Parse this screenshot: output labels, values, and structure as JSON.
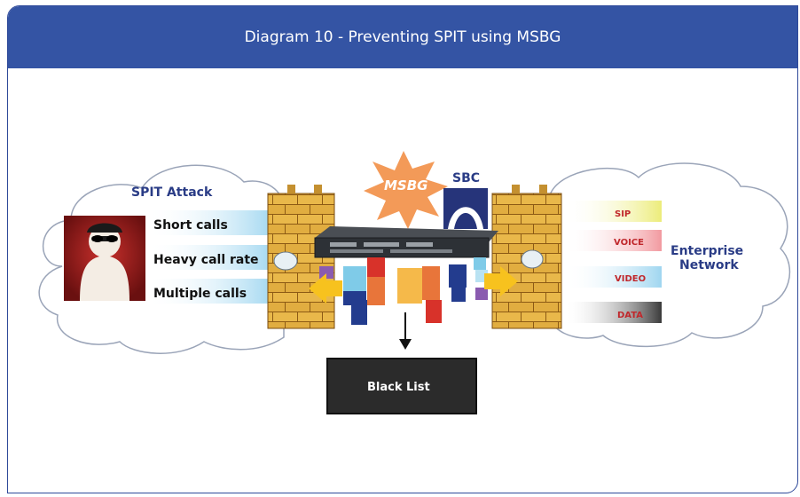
{
  "title": "Diagram 10 - Preventing SPIT using MSBG",
  "diagram": {
    "left_cloud": {
      "heading": "SPIT Attack",
      "items": [
        "Short calls",
        "Heavy call rate",
        "Multiple calls"
      ]
    },
    "center": {
      "msbg_logo": "MSBG",
      "sbc_label": "SBC",
      "blacklist_label": "Black List"
    },
    "right_cloud": {
      "streams": [
        "SIP",
        "VOICE",
        "VIDEO",
        "DATA"
      ],
      "heading_line1": "Enterprise",
      "heading_line2": "Network"
    }
  },
  "colors": {
    "header": "#3454a4",
    "cloud_text": "#2a3c86",
    "stream_text": "#c0282c",
    "blacklist_box": "#2b2b2b",
    "arrow": "#f7c21e"
  }
}
